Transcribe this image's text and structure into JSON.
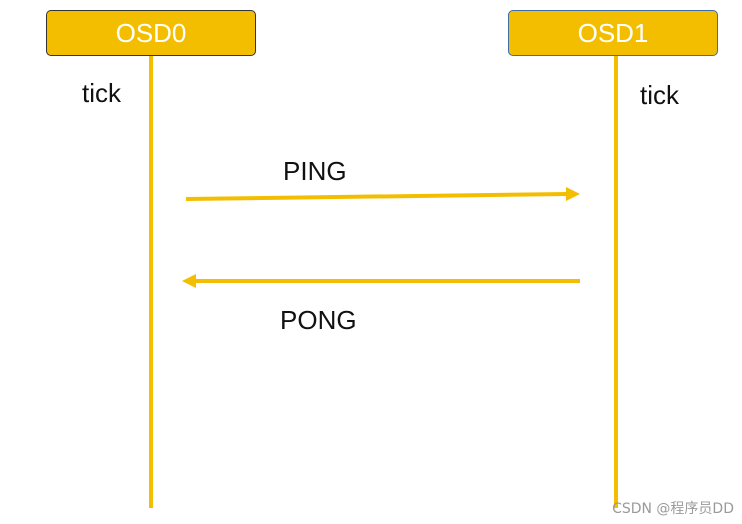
{
  "nodes": {
    "left": "OSD0",
    "right": "OSD1"
  },
  "ticks": {
    "left": "tick",
    "right": "tick"
  },
  "messages": {
    "ping": "PING",
    "pong": "PONG"
  },
  "watermark": "CSDN @程序员DD",
  "colors": {
    "accent": "#F4BE00",
    "node_text": "#FFFFFF",
    "osd0_border": "#333333",
    "osd1_border": "#3E6CA8",
    "text": "#111111"
  }
}
